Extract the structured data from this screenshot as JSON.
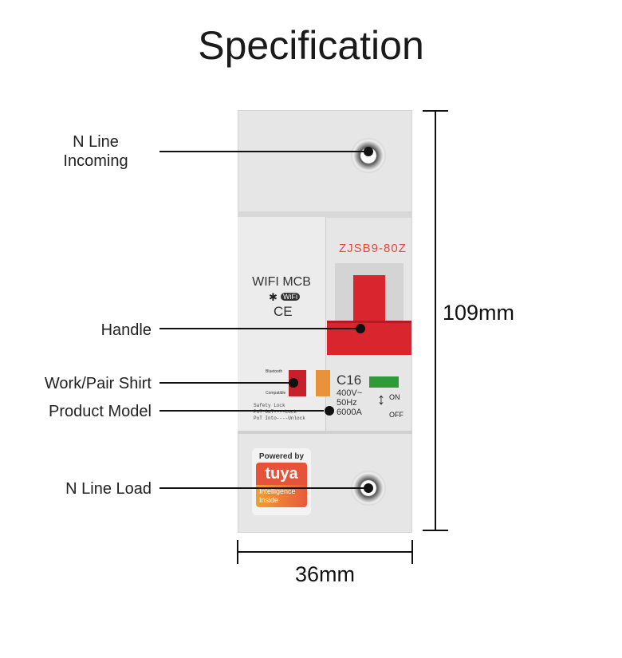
{
  "title": "Specification",
  "labels": {
    "n_line_incoming": [
      "N Line",
      "Incoming"
    ],
    "handle": "Handle",
    "work_pair": "Work/Pair Shirt",
    "product_model": "Product Model",
    "n_line_load": "N Line Load"
  },
  "dimensions": {
    "height": "109mm",
    "width": "36mm"
  },
  "device": {
    "model": "ZJSB9-80Z",
    "name": "WIFI MCB",
    "wifi_badge": "WiFi",
    "ce": "CE",
    "switch_top": "Bluetooth",
    "switch_bottom": "Compatible",
    "safety": [
      "Safety Lock",
      "PuT OuT----Lock",
      "PuT Into----Unlock"
    ],
    "rating": "C16",
    "voltage": "400V~",
    "freq": "50Hz",
    "breaking": "6000A",
    "on": "ON",
    "off": "OFF",
    "tuya_powered": "Powered by",
    "tuya_brand": "tuya",
    "tuya_tag": [
      "Intelligence",
      "Inside"
    ]
  },
  "colors": {
    "red": "#d9262e",
    "orange": "#e8923a",
    "green": "#2e9a3a",
    "model_red": "#e04a3a"
  }
}
